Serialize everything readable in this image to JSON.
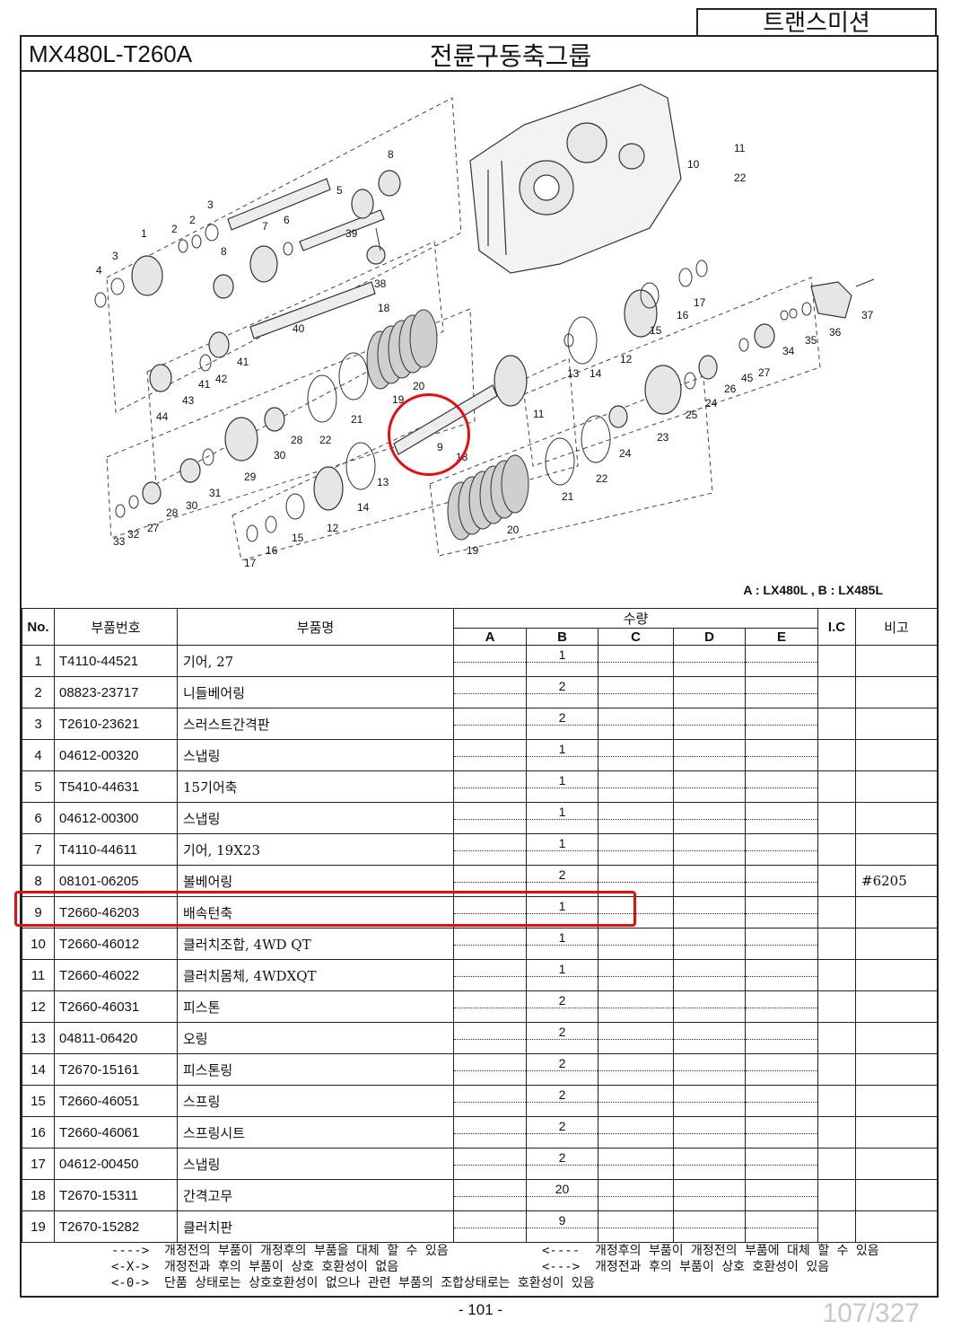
{
  "header": {
    "section": "트랜스미션",
    "model": "MX480L-T260A",
    "group_title": "전륜구동축그룹"
  },
  "diagram": {
    "legend": "A : LX480L , B : LX485L",
    "callouts": [
      "1",
      "2",
      "2",
      "3",
      "3",
      "4",
      "5",
      "6",
      "7",
      "8",
      "8",
      "9",
      "10",
      "11",
      "22",
      "11",
      "12",
      "13",
      "14",
      "15",
      "16",
      "17",
      "18",
      "19",
      "20",
      "21",
      "22",
      "23",
      "24",
      "25",
      "26",
      "27",
      "34",
      "35",
      "36",
      "37",
      "38",
      "39",
      "40",
      "41",
      "41",
      "42",
      "43",
      "44",
      "28",
      "29",
      "30",
      "31",
      "28",
      "27",
      "30",
      "32",
      "33",
      "12",
      "13",
      "14",
      "15",
      "16",
      "17",
      "18",
      "19",
      "20",
      "21",
      "22",
      "24",
      "45"
    ],
    "highlighted_callout": "9"
  },
  "table": {
    "headers": {
      "no": "No.",
      "part_no": "부품번호",
      "part_name": "부품명",
      "quantity": "수량",
      "qty_cols": [
        "A",
        "B",
        "C",
        "D",
        "E"
      ],
      "ic": "I.C",
      "remark": "비고"
    },
    "rows": [
      {
        "no": "1",
        "part_no": "T4110-44521",
        "name": "기어, 27",
        "b": "1",
        "remark": ""
      },
      {
        "no": "2",
        "part_no": "08823-23717",
        "name": "니들베어링",
        "b": "2",
        "remark": ""
      },
      {
        "no": "3",
        "part_no": "T2610-23621",
        "name": "스러스트간격판",
        "b": "2",
        "remark": ""
      },
      {
        "no": "4",
        "part_no": "04612-00320",
        "name": "스냅링",
        "b": "1",
        "remark": ""
      },
      {
        "no": "5",
        "part_no": "T5410-44631",
        "name": "15기어축",
        "b": "1",
        "remark": ""
      },
      {
        "no": "6",
        "part_no": "04612-00300",
        "name": "스냅링",
        "b": "1",
        "remark": ""
      },
      {
        "no": "7",
        "part_no": "T4110-44611",
        "name": "기어, 19X23",
        "b": "1",
        "remark": ""
      },
      {
        "no": "8",
        "part_no": "08101-06205",
        "name": "볼베어링",
        "b": "2",
        "remark": "#6205"
      },
      {
        "no": "9",
        "part_no": "T2660-46203",
        "name": "배속턴축",
        "b": "1",
        "remark": ""
      },
      {
        "no": "10",
        "part_no": "T2660-46012",
        "name": "클러치조합, 4WD QT",
        "b": "1",
        "remark": ""
      },
      {
        "no": "11",
        "part_no": "T2660-46022",
        "name": "클러치몸체, 4WDXQT",
        "b": "1",
        "remark": ""
      },
      {
        "no": "12",
        "part_no": "T2660-46031",
        "name": "피스톤",
        "b": "2",
        "remark": ""
      },
      {
        "no": "13",
        "part_no": "04811-06420",
        "name": "오링",
        "b": "2",
        "remark": ""
      },
      {
        "no": "14",
        "part_no": "T2670-15161",
        "name": "피스톤링",
        "b": "2",
        "remark": ""
      },
      {
        "no": "15",
        "part_no": "T2660-46051",
        "name": "스프링",
        "b": "2",
        "remark": ""
      },
      {
        "no": "16",
        "part_no": "T2660-46061",
        "name": "스프링시트",
        "b": "2",
        "remark": ""
      },
      {
        "no": "17",
        "part_no": "04612-00450",
        "name": "스냅링",
        "b": "2",
        "remark": ""
      },
      {
        "no": "18",
        "part_no": "T2670-15311",
        "name": "간격고무",
        "b": "20",
        "remark": ""
      },
      {
        "no": "19",
        "part_no": "T2670-15282",
        "name": "클러치판",
        "b": "9",
        "remark": ""
      }
    ]
  },
  "footer": {
    "note1": "---->  개정전의 부품이 개정후의 부품을 대체 할 수 있음",
    "note2": "<----  개정후의 부품이 개정전의 부품에 대체 할 수 있음",
    "note3": "<-X->  개정전과 후의 부품이 상호 호환성이 없음",
    "note4": "<--->  개정전과 후의 부품이 상호 호환성이 있음",
    "note5": "<-0->  단품 상태로는 상호호환성이 없으나 관련 부품의 조합상태로는 호환성이 있음",
    "page": "- 101 -",
    "counter": "107/327"
  },
  "colors": {
    "highlight": "#e01010",
    "border": "#222222"
  }
}
